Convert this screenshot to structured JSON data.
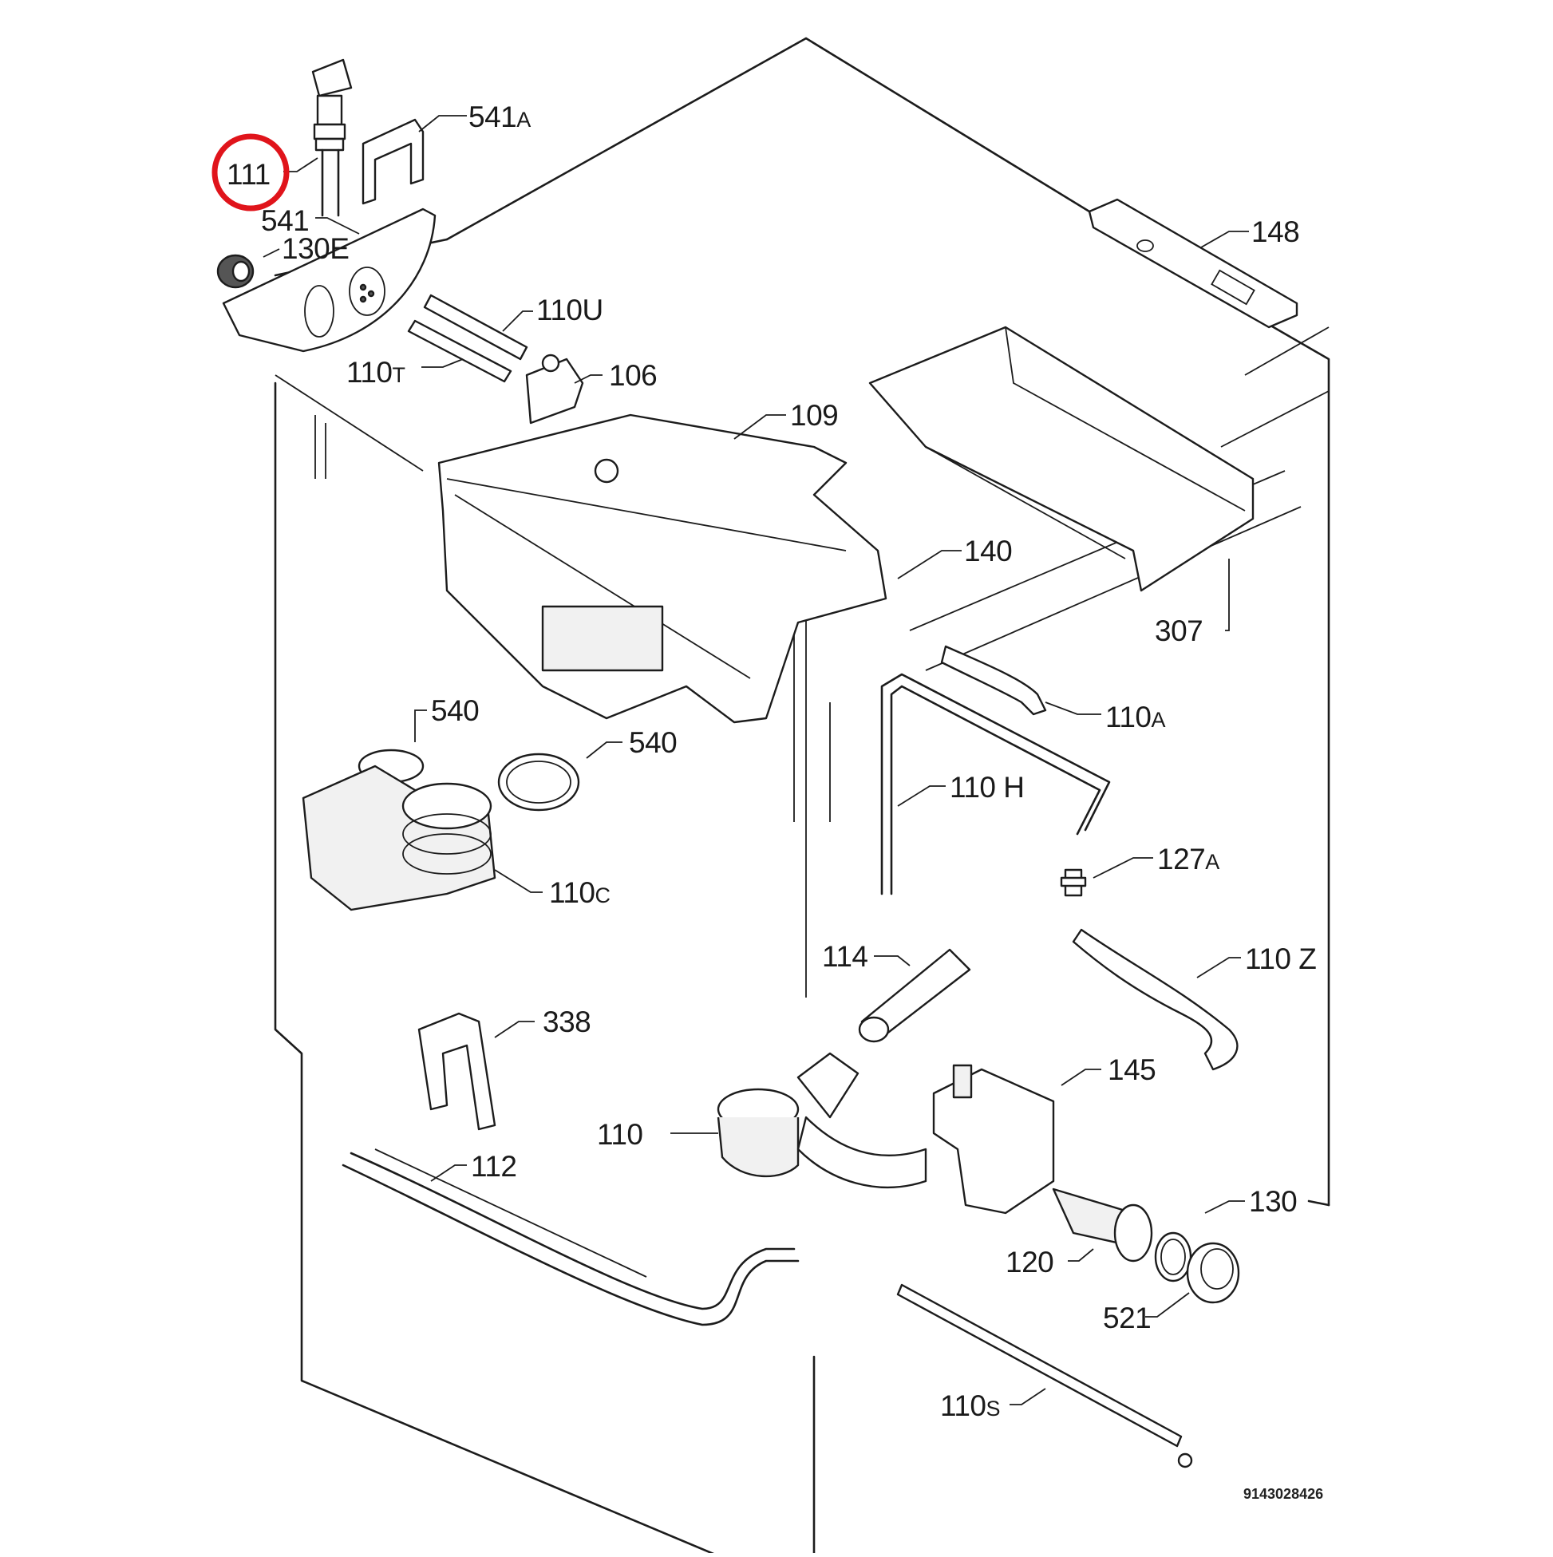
{
  "diagram": {
    "title": "Washing machine exploded parts diagram",
    "figure_code": "9143028426",
    "highlight": {
      "part": "111",
      "color": "#e0141b"
    },
    "labels": [
      {
        "id": "111",
        "main": "111",
        "suffix": ""
      },
      {
        "id": "541A",
        "main": "541",
        "suffix": "A"
      },
      {
        "id": "541",
        "main": "541",
        "suffix": ""
      },
      {
        "id": "130E",
        "main": "130E",
        "suffix": ""
      },
      {
        "id": "110U",
        "main": "110U",
        "suffix": ""
      },
      {
        "id": "110T",
        "main": "110",
        "suffix": "T"
      },
      {
        "id": "106",
        "main": "106",
        "suffix": ""
      },
      {
        "id": "109",
        "main": "109",
        "suffix": ""
      },
      {
        "id": "148",
        "main": "148",
        "suffix": ""
      },
      {
        "id": "140",
        "main": "140",
        "suffix": ""
      },
      {
        "id": "307",
        "main": "307",
        "suffix": ""
      },
      {
        "id": "110A",
        "main": "110",
        "suffix": "A"
      },
      {
        "id": "540a",
        "main": "540",
        "suffix": ""
      },
      {
        "id": "540b",
        "main": "540",
        "suffix": ""
      },
      {
        "id": "110C",
        "main": "110",
        "suffix": "C"
      },
      {
        "id": "110H",
        "main": "110 H",
        "suffix": ""
      },
      {
        "id": "127A",
        "main": "127",
        "suffix": "A"
      },
      {
        "id": "114",
        "main": "114",
        "suffix": ""
      },
      {
        "id": "110Z",
        "main": "110 Z",
        "suffix": ""
      },
      {
        "id": "338",
        "main": "338",
        "suffix": ""
      },
      {
        "id": "145",
        "main": "145",
        "suffix": ""
      },
      {
        "id": "110",
        "main": "110",
        "suffix": ""
      },
      {
        "id": "112",
        "main": "112",
        "suffix": ""
      },
      {
        "id": "130",
        "main": "130",
        "suffix": ""
      },
      {
        "id": "120",
        "main": "120",
        "suffix": ""
      },
      {
        "id": "521",
        "main": "521",
        "suffix": ""
      },
      {
        "id": "110S",
        "main": "110",
        "suffix": "S"
      }
    ]
  }
}
